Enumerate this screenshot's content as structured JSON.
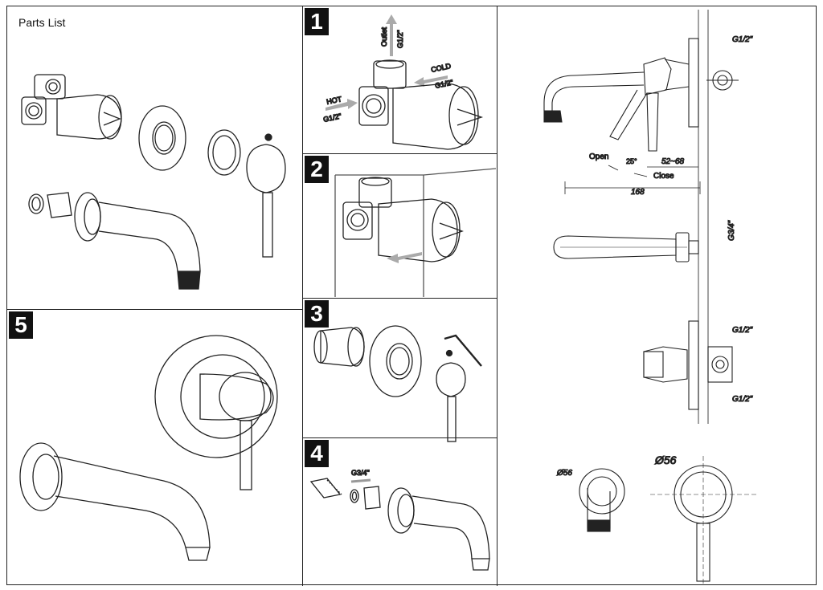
{
  "parts": {
    "title": "Parts List"
  },
  "steps": {
    "s1": "1",
    "s2": "2",
    "s3": "3",
    "s4": "4",
    "s5": "5"
  },
  "step1": {
    "outlet": "Outlet",
    "outlet_g": "G1/2\"",
    "cold": "COLD",
    "cold_g": "G1/2\"",
    "hot": "HOT",
    "hot_g": "G1/2\""
  },
  "step4": {
    "g34": "G3/4\""
  },
  "specs": {
    "g12_a": "G1/2\"",
    "open": "Open",
    "angle": "25°",
    "range": "52~68",
    "close": "Close",
    "length": "168",
    "g34": "G3/4\"",
    "g12_b": "G1/2\"",
    "g12_c": "G1/2\"",
    "d56_small": "Ø56",
    "d56_large": "Ø56"
  }
}
